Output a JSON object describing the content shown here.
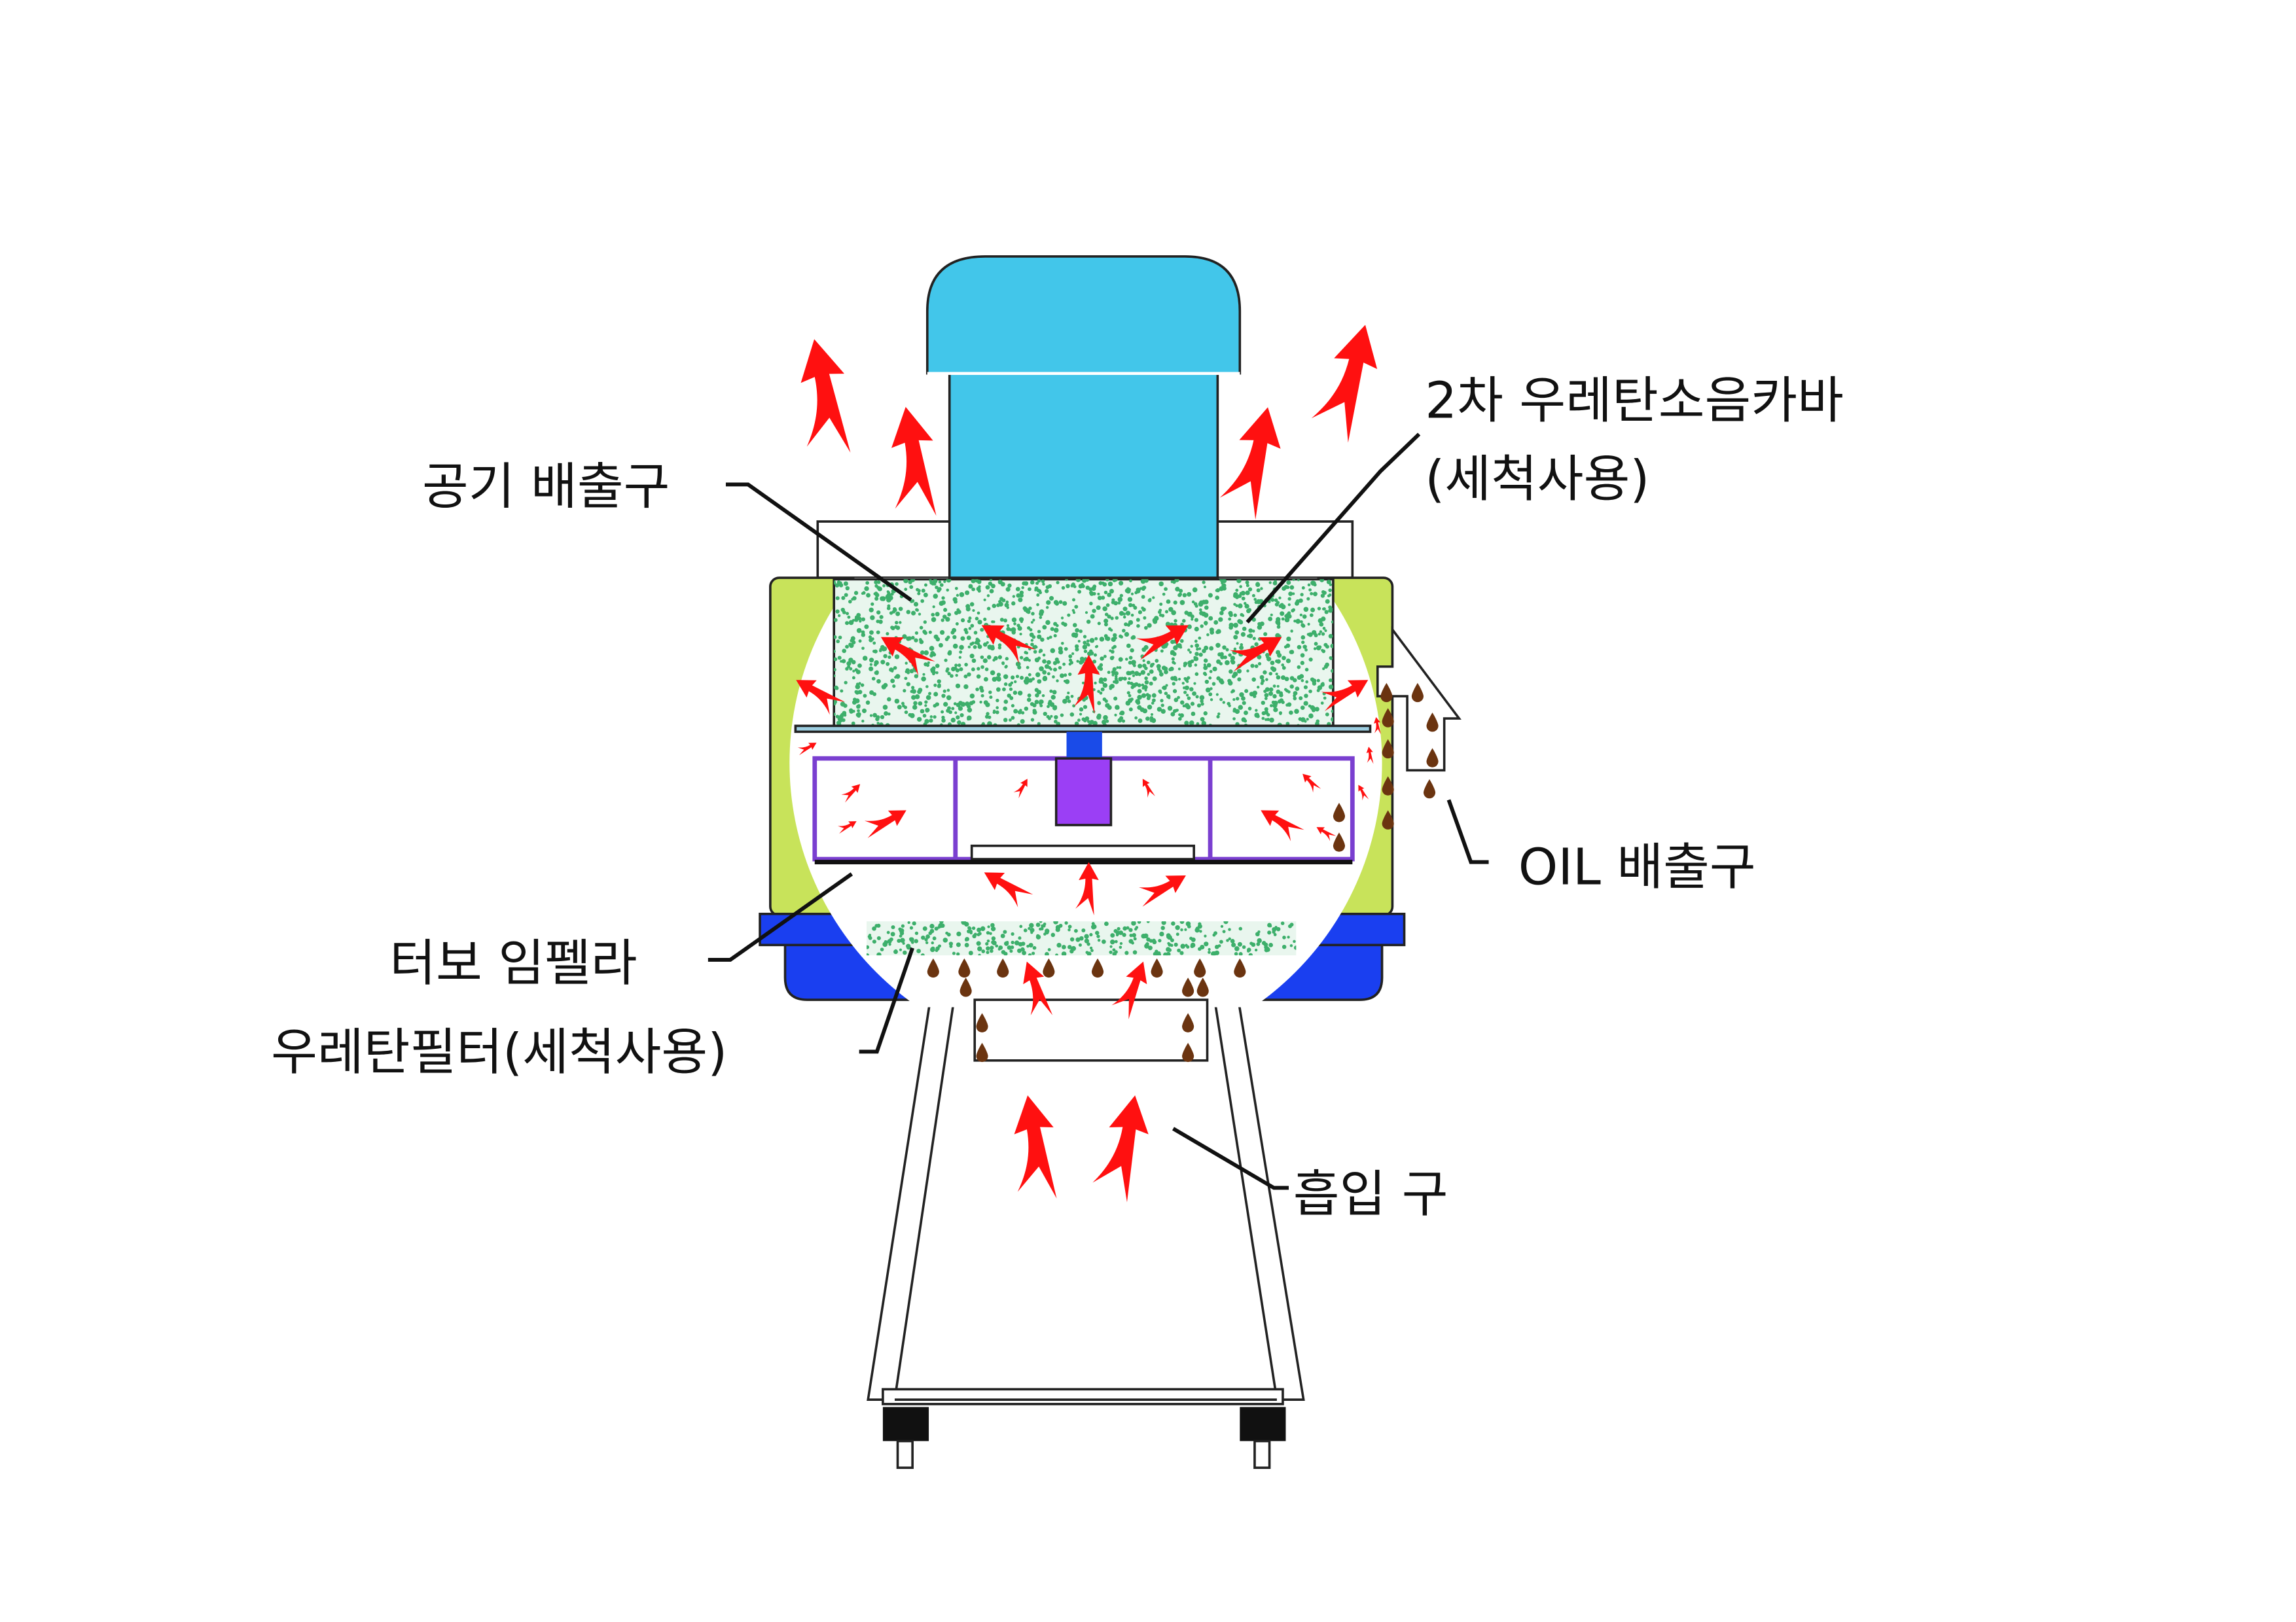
{
  "labels": {
    "air_outlet": "공기 배출구",
    "secondary_cover_line1": "2차 우레탄소음카바",
    "secondary_cover_line2": "(세척사용)",
    "oil_outlet": "OIL 배출구",
    "turbo_impeller": "터보 임펠라",
    "urethane_filter": "우레탄필터(세척사용)",
    "inlet": "흡입 구"
  },
  "colors": {
    "motor": "#42C6EA",
    "housing": "#C8E35A",
    "base": "#1A3FF0",
    "filter_dots": "#3DAF6B",
    "impeller_outline": "#7A3FD0",
    "hub": "#9B3FF5",
    "shaft": "#1A4BE8",
    "arrow": "#FF1010",
    "oil_drop": "#6B3410"
  }
}
